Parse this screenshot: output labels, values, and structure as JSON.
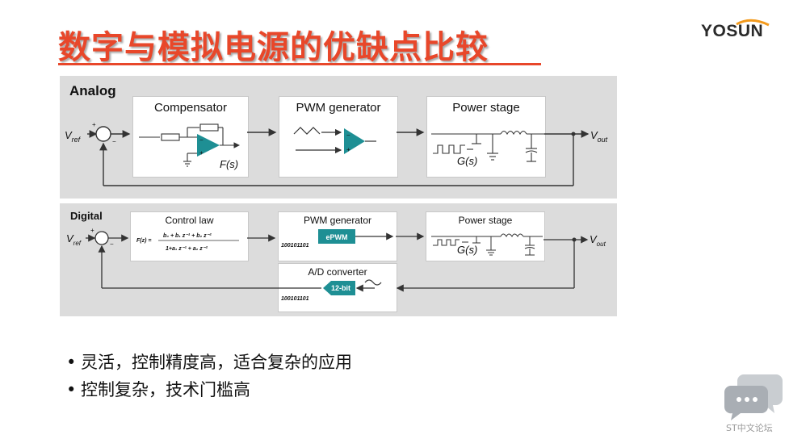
{
  "slide": {
    "title": "数字与模拟电源的优缺点比较",
    "logo_text": "YOSUN"
  },
  "analog": {
    "label": "Analog",
    "compensator": "Compensator",
    "pwm_generator": "PWM generator",
    "power_stage": "Power stage",
    "vref": "V",
    "vref_sub": "ref",
    "vout": "V",
    "vout_sub": "out",
    "fs": "F(s)",
    "gs": "G(s)"
  },
  "digital": {
    "label": "Digital",
    "control_law": "Control law",
    "fz": "F(z) =",
    "numerator": "b₀ + b₁ z⁻¹ + b₂ z⁻²",
    "denominator": "1+a₁ z⁻¹ + a₂ z⁻²",
    "pwm_generator": "PWM generator",
    "epwm": "ePWM",
    "binary_pwm": "100101101",
    "power_stage": "Power stage",
    "gs": "G(s)",
    "adc": "A/D converter",
    "adc_bits": "12-bit",
    "binary_adc": "100101101",
    "vref": "V",
    "vref_sub": "ref",
    "vout": "V",
    "vout_sub": "out"
  },
  "bullets": [
    "灵活，控制精度高，适合复杂的应用",
    "控制复杂，技术门槛高"
  ],
  "watermark": {
    "text": "ST中文论坛"
  },
  "colors": {
    "title": "#e8472a",
    "teal": "#1e8f94",
    "panel": "#dcdcdc",
    "logo_arc": "#f39a1c"
  }
}
